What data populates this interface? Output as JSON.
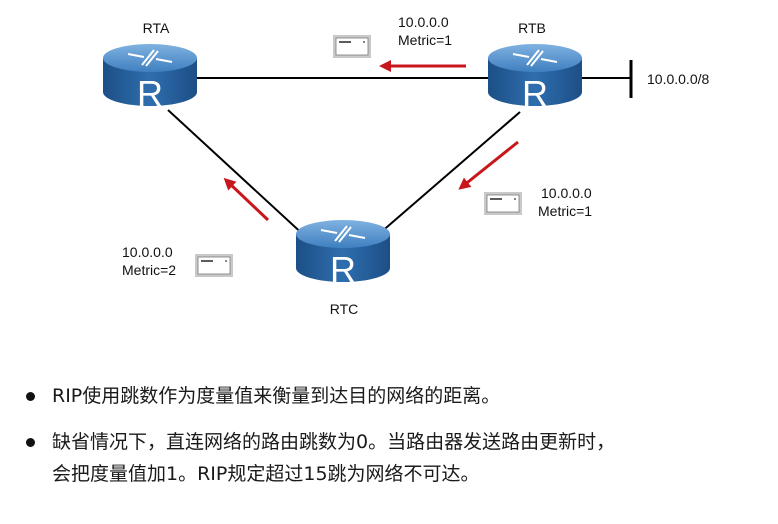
{
  "routers": {
    "rta": {
      "name": "RTA",
      "letter": "R"
    },
    "rtb": {
      "name": "RTB",
      "letter": "R"
    },
    "rtc": {
      "name": "RTC",
      "letter": "R"
    }
  },
  "network": {
    "label": "10.0.0.0/8"
  },
  "updates": {
    "b_to_a": {
      "route": "10.0.0.0",
      "metric": "Metric=1"
    },
    "b_to_c": {
      "route": "10.0.0.0",
      "metric": "Metric=1"
    },
    "c_to_a": {
      "route": "10.0.0.0",
      "metric": "Metric=2"
    }
  },
  "colors": {
    "router": "#2b6aa8",
    "arrow": "#c8161d",
    "link": "#000000"
  },
  "notes": {
    "item1": "RIP使用跳数作为度量值来衡量到达目的网络的距离。",
    "item2_line1": "缺省情况下，直连网络的路由跳数为0。当路由器发送路由更新时，",
    "item2_line2": "会把度量值加1。RIP规定超过15跳为网络不可达。"
  }
}
